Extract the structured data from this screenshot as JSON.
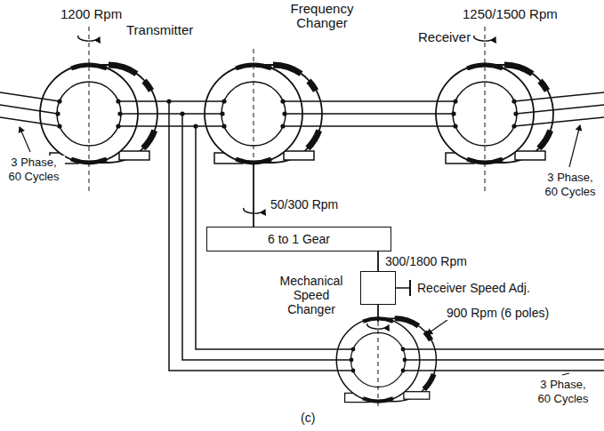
{
  "diagram": {
    "nodes": [
      {
        "text": [
          "6 to 1 Gear"
        ]
      },
      {
        "text": [
          "Mechanical Speed Changer"
        ]
      }
    ],
    "edges": [
      {
        "from": 0,
        "to": 1,
        "arrow": "none",
        "label": "300/1800 Rpm"
      }
    ],
    "labels": [
      "1200 Rpm",
      "Transmitter",
      "Frequency Changer",
      "1250/1500 Rpm",
      "Receiver",
      "3 Phase, 60 Cycles",
      "3 Phase, 60 Cycles",
      "50/300 Rpm",
      "Receiver Speed Adj.",
      "900 Rpm (6 poles)",
      "3 Phase, 60 Cycles",
      "(c)"
    ]
  }
}
